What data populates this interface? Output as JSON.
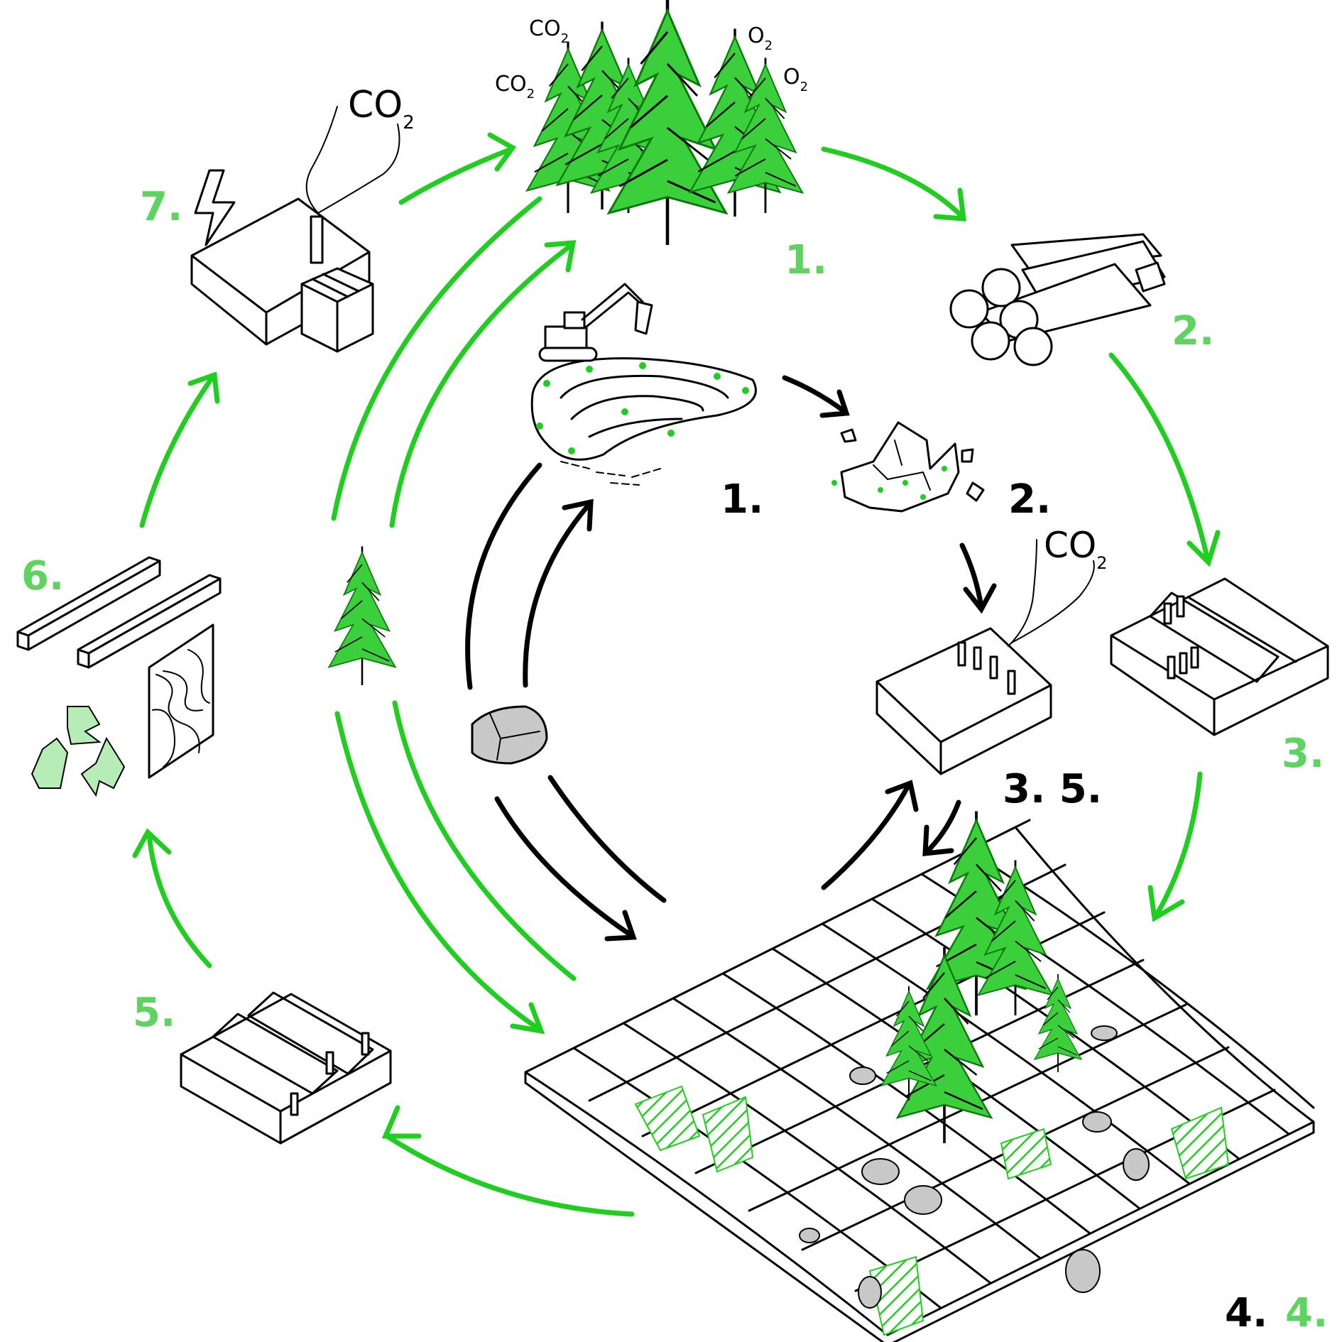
{
  "colors": {
    "timber_cycle": "#1fce1f",
    "timber_label": "#5fd35f",
    "stone_cycle": "#000000",
    "stone_fill": "#c8c8c8",
    "recycle": "#b6ecb6"
  },
  "chem": {
    "co2_text": "CO",
    "co2_sub": "2",
    "o2_text": "O",
    "o2_sub": "2"
  },
  "timber_steps": {
    "s1": "1.",
    "s2": "2.",
    "s3": "3.",
    "s4": "4.",
    "s5": "5.",
    "s6": "6.",
    "s7": "7."
  },
  "stone_steps": {
    "s1": "1.",
    "s2": "2.",
    "s35": "3. 5.",
    "s4": "4."
  },
  "icons": [
    "forest-icon",
    "logs-icon",
    "sawmill-icon",
    "grid-structure-icon",
    "workshop-icon",
    "beams-icon",
    "recycle-icon",
    "power-plant-icon",
    "lightning-icon",
    "quarry-icon",
    "excavator-icon",
    "rock-icon",
    "stone-factory-icon",
    "boulder-icon",
    "young-tree-icon"
  ]
}
